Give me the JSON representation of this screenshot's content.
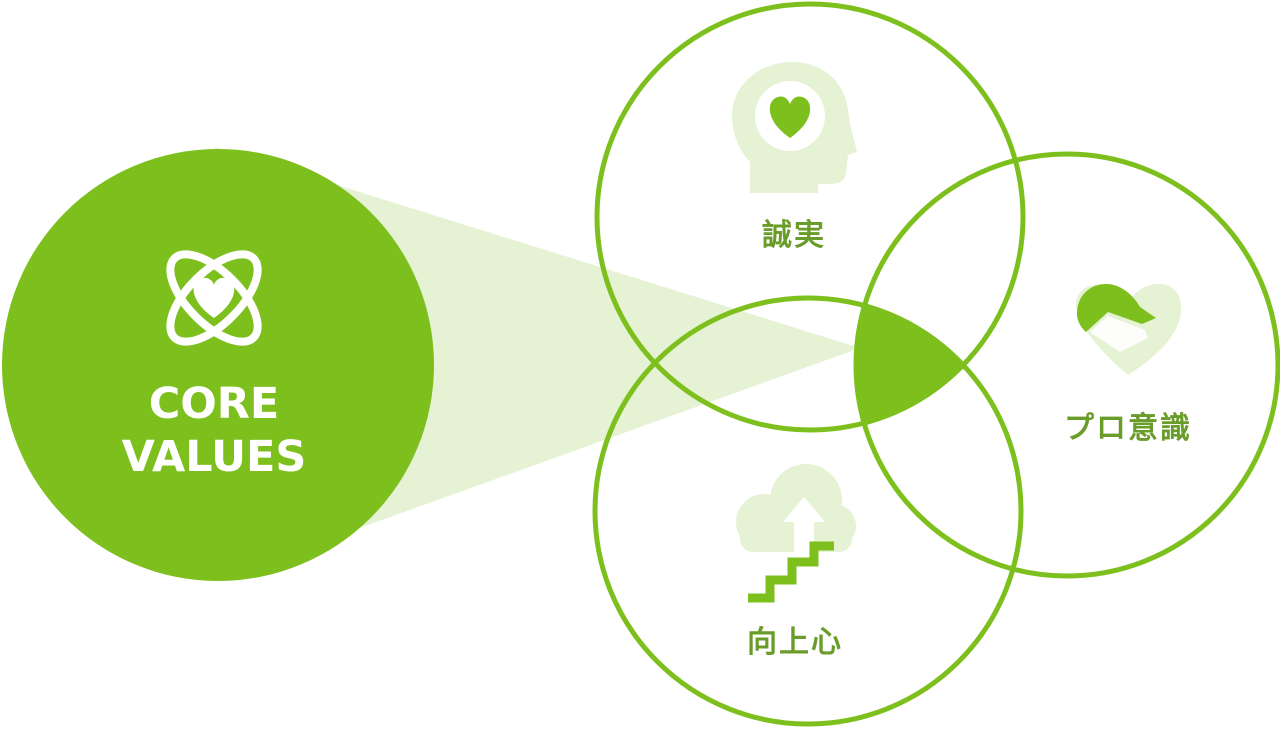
{
  "colors": {
    "primary": "#7dc01e",
    "light": "#e5f2d3",
    "label": "#6a9c2a",
    "white": "#ffffff"
  },
  "core": {
    "line1": "CORE",
    "line2": "VALUES",
    "icon": "heart-orbit-icon"
  },
  "values": [
    {
      "label": "誠実",
      "icon": "head-heart-icon"
    },
    {
      "label": "プロ意識",
      "icon": "handshake-heart-icon"
    },
    {
      "label": "向上心",
      "icon": "cloud-stairs-arrow-icon"
    }
  ]
}
